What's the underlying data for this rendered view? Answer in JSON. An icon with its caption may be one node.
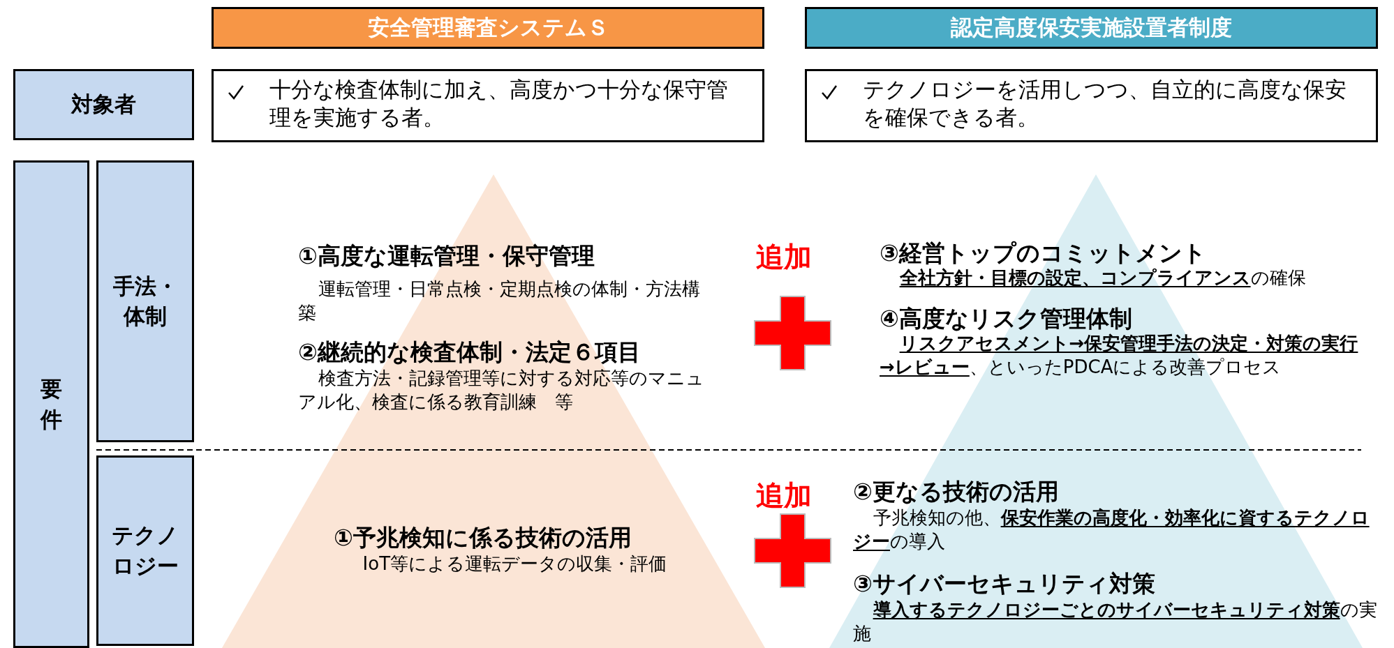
{
  "diagram": {
    "nodes": [
      {
        "text": [
          "安全管理審査システムＳ"
        ]
      },
      {
        "text": [
          "認定高度保安実施設置者制度"
        ]
      },
      {
        "text": [
          "対象者"
        ]
      },
      {
        "text": [
          "十分な検査体制に加え、高度かつ十分な保守管理を実施する者。"
        ]
      },
      {
        "text": [
          "テクノロジーを活用しつつ、自立的に高度な保安を確保できる者。"
        ]
      },
      {
        "text": [
          "要件"
        ]
      },
      {
        "text": [
          "手法・体制"
        ]
      },
      {
        "text": [
          "テクノロジー"
        ]
      }
    ],
    "labels": [
      "①高度な運転管理・保守管理",
      "運転管理・日常点検・定期点検の体制・方法構築",
      "②継続的な検査体制・法定６項目",
      "検査方法・記録管理等に対する対応等のマニュアル化、検査に係る教育訓練　等",
      "追加",
      "③経営トップのコミットメント",
      "**全社方針・目標の設定、コンプライアンス**の確保",
      "④高度なリスク管理体制",
      "**リスクアセスメント→保安管理手法の決定・対策の実行→レビュー**、といったPDCAによる改善プロセス",
      "①予兆検知に係る技術の活用",
      "IoT等による運転データの収集・評価",
      "追加",
      "②更なる技術の活用",
      "予兆検知の他、**保安作業の高度化・効率化に資するテクノロジー**の導入",
      "③サイバーセキュリティ対策",
      "**導入するテクノロジーごとのサイバーセキュリティ対策**の実施"
    ]
  }
}
